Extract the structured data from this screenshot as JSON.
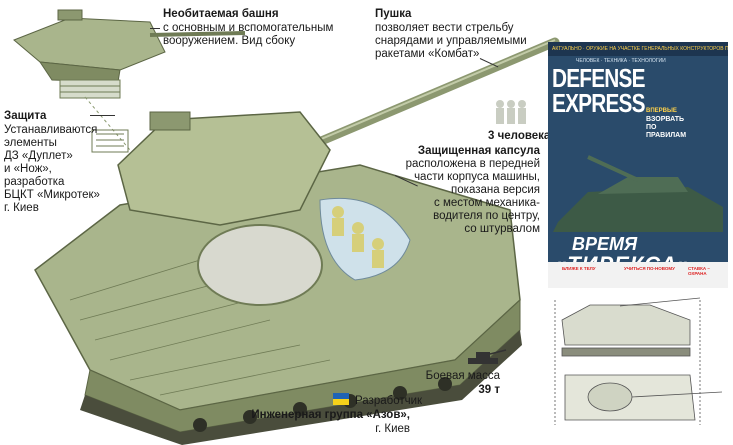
{
  "turret": {
    "title": "Необитаемая башня",
    "lines": [
      "с основным и вспомогательным",
      "вооружением. Вид сбоку"
    ]
  },
  "gun": {
    "title": "Пушка",
    "lines": [
      "позволяет вести стрельбу",
      "снарядами и управляемыми",
      "ракетами «Комбат»"
    ]
  },
  "protection": {
    "title": "Защита",
    "lines": [
      "Устанавливаются",
      "элементы",
      "ДЗ «Дуплет»",
      "и «Нож»,",
      "разработка",
      "БЦКТ «Микротек»",
      "г. Киев"
    ]
  },
  "crew": {
    "title": "3 человека"
  },
  "capsule": {
    "title": "Защищенная капсула",
    "lines": [
      "расположена в передней",
      "части корпуса машины,",
      "показана версия",
      "с местом механика-",
      "водителя по центру,",
      "со штурвалом"
    ]
  },
  "mass": {
    "label": "Боевая масса",
    "value": "39 т"
  },
  "developer": {
    "label": "Разработчик",
    "name": "Инженерная группа «Азов»,",
    "city": "г. Киев"
  },
  "magazine": {
    "top_bar": "АКТУАЛЬНО · ОРУЖИЕ НА УЧАСТКЕ ГЕНЕРАЛЬНЫХ КОНСТРУКТОРОВ ПО ВООРУЖЕНИЮ",
    "sections": "ЧЕЛОВЕК · ТЕХНИКА · ТЕХНОЛОГИИ",
    "masthead_1": "DEFENSE",
    "masthead_2": "EXPRESS",
    "headline_kicker": "ВПЕРВЫЕ",
    "headline": "ВЗОРВАТЬ ПО ПРАВИЛАМ",
    "cover_line_1": "ВРЕМЯ",
    "cover_line_2": "«ТИРЕКСА»",
    "strip": [
      "БЛИЖЕ К ТЕЛУ",
      "УЧИТЬСЯ ПО-НОВОМУ",
      "СТАВКА – ОХРАНА"
    ]
  },
  "colors": {
    "hull": "#a9b58c",
    "hull_dark": "#6f7b55",
    "track": "#4a4d3c",
    "flag_blue": "#1f63b5",
    "flag_yellow": "#f6d21a"
  }
}
